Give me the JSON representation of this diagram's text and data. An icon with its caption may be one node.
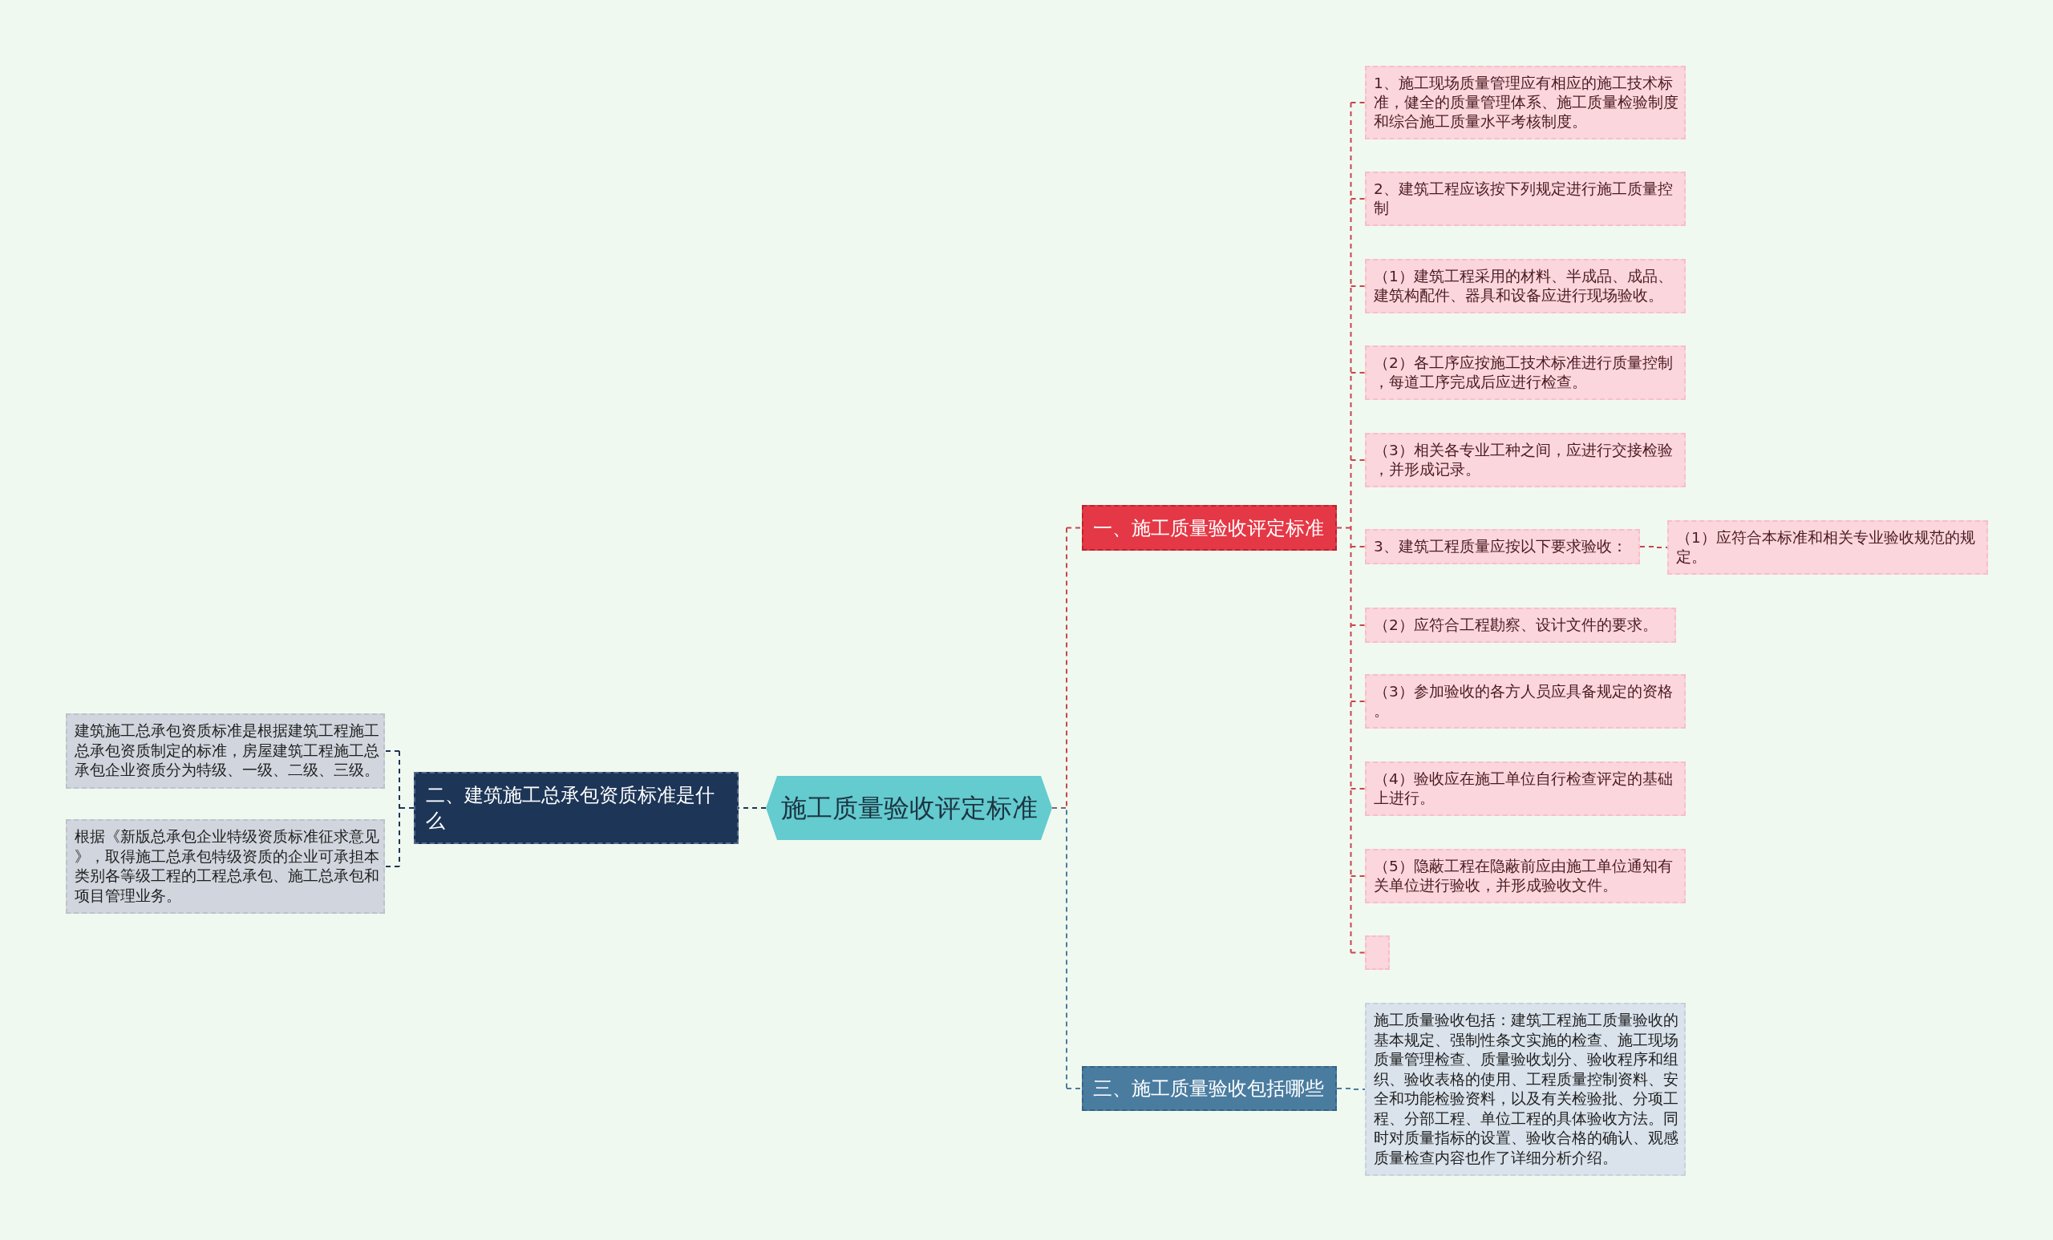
{
  "diagram": {
    "nodes": [
      {
        "text": [
          "施工质量验收评定标准"
        ]
      },
      {
        "text": [
          "一、施工质量验收评定标准"
        ]
      },
      {
        "text": [
          "1、施工现场质量管理应有相应的施工技术标准，健全的质量管理体系、施工质量检验制度和综合施工质量水平考核制度。"
        ]
      },
      {
        "text": [
          "2、建筑工程应该按下列规定进行施工质量控制"
        ]
      },
      {
        "text": [
          "（1）建筑工程采用的材料、半成品、成品、建筑构配件、器具和设备应进行现场验收。"
        ]
      },
      {
        "text": [
          "（2）各工序应按施工技术标准进行质量控制，每道工序完成后应进行检查。"
        ]
      },
      {
        "text": [
          "（3）相关各专业工种之间，应进行交接检验，并形成记录。"
        ]
      },
      {
        "text": [
          "3、建筑工程质量应按以下要求验收："
        ]
      },
      {
        "text": [
          "（1）应符合本标准和相关专业验收规范的规定。"
        ]
      },
      {
        "text": [
          "（2）应符合工程勘察、设计文件的要求。"
        ]
      },
      {
        "text": [
          "（3）参加验收的各方人员应具备规定的资格。"
        ]
      },
      {
        "text": [
          "（4）验收应在施工单位自行检查评定的基础上进行。"
        ]
      },
      {
        "text": [
          "（5）隐蔽工程在隐蔽前应由施工单位通知有关单位进行验收，并形成验收文件。"
        ]
      },
      {
        "text": [],
        "shape": "box"
      },
      {
        "text": [
          "三、施工质量验收包括哪些"
        ]
      },
      {
        "text": [
          "施工质量验收包括：建筑工程施工质量验收的基本规定、强制性条文实施的检查、施工现场质量管理检查、质量验收划分、验收程序和组织、验收表格的使用、工程质量控制资料、安全和功能检验资料，以及有关检验批、分项工程、分部工程、单位工程的具体验收方法。同时对质量指标的设置、验收合格的确认、观感质量检查内容也作了详细分析介绍。"
        ]
      },
      {
        "text": [
          "二、建筑施工总承包资质标准是什么"
        ]
      },
      {
        "text": [
          "建筑施工总承包资质标准是根据建筑工程施工总承包资质制定的标准，房屋建筑工程施工总承包企业资质分为特级、一级、二级、三级。"
        ]
      },
      {
        "text": [
          "根据《新版总承包企业特级资质标准征求意见》，取得施工总承包特级资质的企业可承担本类别各等级工程的工程总承包、施工总承包和项目管理业务。"
        ]
      }
    ],
    "edges": [
      {
        "from": 0,
        "to": 1,
        "arrow": "none",
        "style": "dashed"
      },
      {
        "from": 1,
        "to": 2,
        "arrow": "none",
        "style": "dashed"
      },
      {
        "from": 1,
        "to": 3,
        "arrow": "none",
        "style": "dashed"
      },
      {
        "from": 1,
        "to": 4,
        "arrow": "none",
        "style": "dashed"
      },
      {
        "from": 1,
        "to": 5,
        "arrow": "none",
        "style": "dashed"
      },
      {
        "from": 1,
        "to": 6,
        "arrow": "none",
        "style": "dashed"
      },
      {
        "from": 1,
        "to": 7,
        "arrow": "none",
        "style": "dashed"
      },
      {
        "from": 7,
        "to": 8,
        "arrow": "none",
        "style": "dashed"
      },
      {
        "from": 1,
        "to": 9,
        "arrow": "none",
        "style": "dashed"
      },
      {
        "from": 1,
        "to": 10,
        "arrow": "none",
        "style": "dashed"
      },
      {
        "from": 1,
        "to": 11,
        "arrow": "none",
        "style": "dashed"
      },
      {
        "from": 1,
        "to": 12,
        "arrow": "none",
        "style": "dashed"
      },
      {
        "from": 1,
        "to": 13,
        "arrow": "none",
        "style": "dashed"
      },
      {
        "from": 0,
        "to": 14,
        "arrow": "none",
        "style": "dashed",
        "color": "#4a7ca0"
      },
      {
        "from": 14,
        "to": 15,
        "arrow": "none",
        "style": "dashed",
        "color": "#4a7ca0"
      },
      {
        "from": 0,
        "to": 16,
        "arrow": "none",
        "style": "dashed",
        "color": "#1d3557"
      },
      {
        "from": 16,
        "to": 17,
        "arrow": "none",
        "style": "dashed",
        "color": "#1d3557"
      },
      {
        "from": 16,
        "to": 18,
        "arrow": "none",
        "style": "dashed",
        "color": "#1d3557"
      }
    ]
  }
}
